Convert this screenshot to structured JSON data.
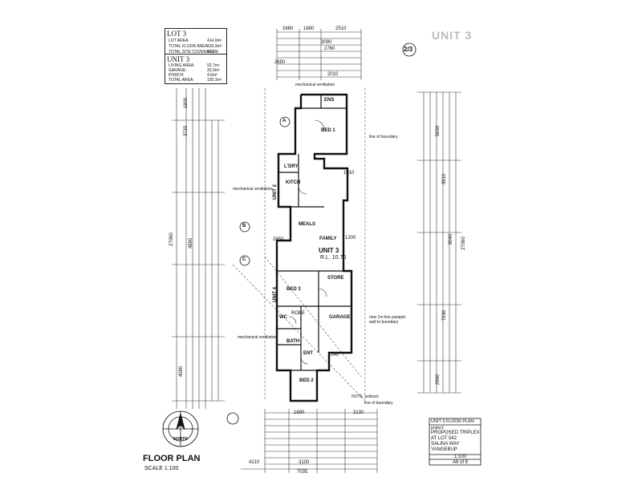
{
  "lot_box": {
    "heading": "LOT 3",
    "rows": [
      {
        "label": "LOT AREA:",
        "value": "414.0m²"
      },
      {
        "label": "TOTAL FLOOR AREA:",
        "value": "130.3m²"
      },
      {
        "label": "TOTAL SITE COVERAGE:",
        "value": "31.5%"
      }
    ]
  },
  "unit_box": {
    "heading": "UNIT 3",
    "rows": [
      {
        "label": "LIVING AREA:",
        "value": "92.7m²"
      },
      {
        "label": "GARAGE:",
        "value": "33.0m²"
      },
      {
        "label": "PORCH:",
        "value": "4.6m²"
      },
      {
        "label": "TOTAL AREA:",
        "value": "130.3m²"
      }
    ]
  },
  "unit_title": "UNIT 3",
  "sheet_badge": "2/3",
  "top_dims": {
    "row1": [
      "1680",
      "1680",
      "2510"
    ],
    "row2": [
      "3090"
    ],
    "row3": [
      "2760"
    ],
    "row4": [
      "2650",
      "2010"
    ]
  },
  "rooms": {
    "ens": "ENS",
    "bed1": "BED 1",
    "ldry": "L'DRY",
    "kitch": "KITCH",
    "meals": "MEALS",
    "family": "FAMILY",
    "store": "STORE",
    "bed3": "BED 3",
    "garage": "GARAGE",
    "wc": "WC",
    "bath": "BATH",
    "ent": "ENT",
    "bed2": "BED 2",
    "robe": "ROBE"
  },
  "unit_label": "UNIT 3",
  "rl": "R.L. 10.70",
  "side_units": {
    "unit2": "UNIT 2",
    "unit4": "UNIT 4"
  },
  "notes": {
    "mech_vent_top": "mechanical ventilation",
    "mech_vent_left": "mechanical ventilation",
    "mech_vent_bottom": "mechanical ventilation",
    "line_of_boundary_top": "line of boundary",
    "line_of_boundary_bottom": "line of boundary",
    "note_setback": "NOTE: setback",
    "new_boundary_wall": "new 1m line parapet wall to boundary",
    "dim_1200": "1200",
    "dim_2650": "2650",
    "dim_1010": "1010",
    "dim_240": "240"
  },
  "left_dims": [
    "1800",
    "3720",
    "4890",
    "27060",
    "4080"
  ],
  "right_dims": [
    "5630",
    "3910",
    "9040",
    "27060",
    "7230",
    "2960"
  ],
  "bottom_dims": {
    "row1": [
      "1690",
      "3130"
    ],
    "row2": [
      "4210",
      "3100"
    ],
    "total": "7035"
  },
  "section_markers": [
    "A",
    "B",
    "C"
  ],
  "north_label": "NORTH",
  "floor_plan": {
    "title": "FLOOR PLAN",
    "scale": "SCALE 1:100"
  },
  "title_block": {
    "title": "UNIT 3 FLOOR PLAN",
    "project_label": "project:",
    "project": [
      "PROPOSED TRIPLEX",
      "AT LOT 542",
      "SALINA WAY",
      "YANGEBUP"
    ],
    "scale": "1:100",
    "sheet": "A6 of 8"
  }
}
